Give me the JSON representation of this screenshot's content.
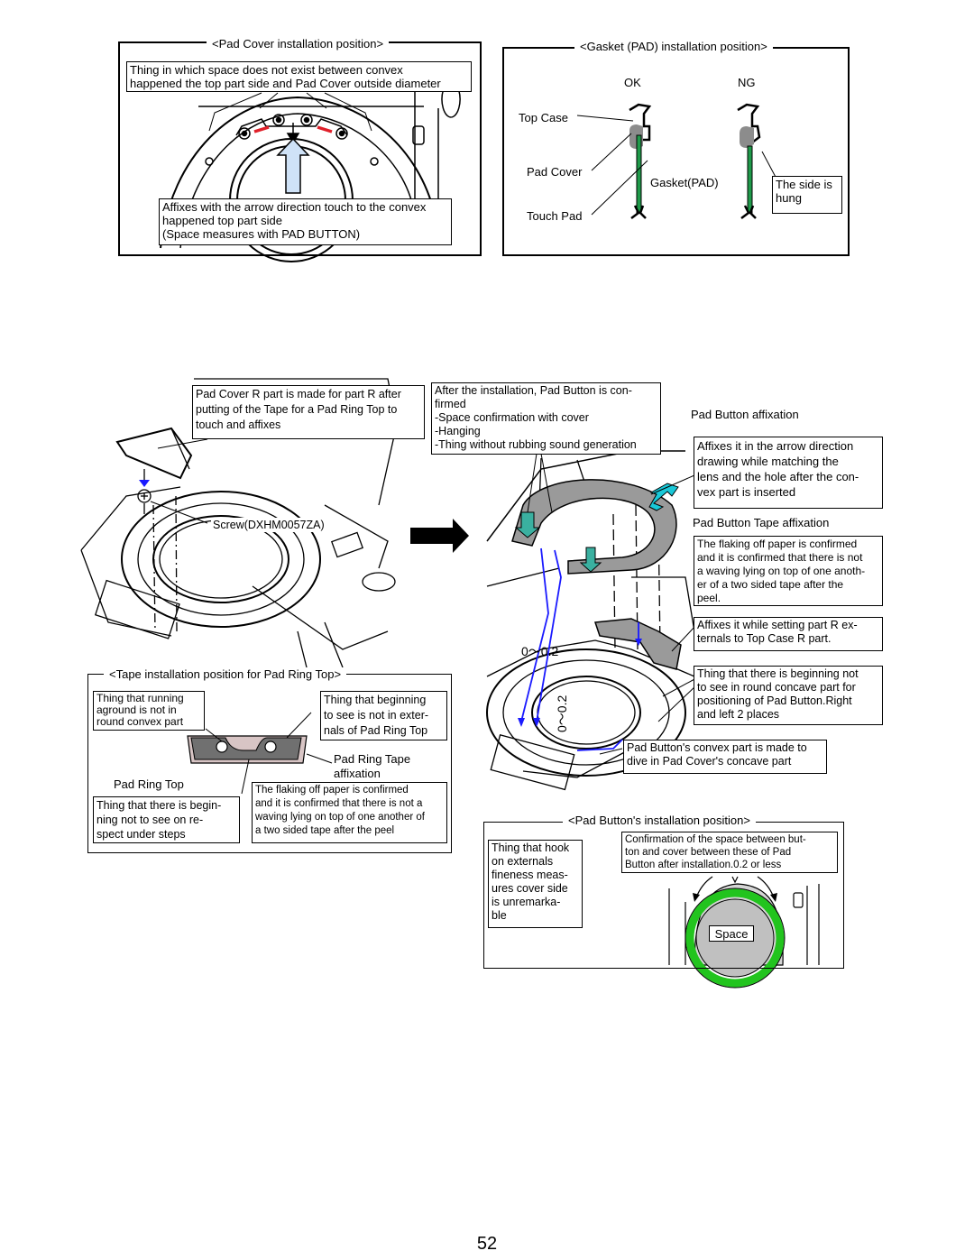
{
  "page_number": "52",
  "pad_cover_panel": {
    "title": "<Pad Cover installation position>",
    "note_top": "Thing in which space does not exist between convex\nhappened the top part side and Pad Cover outside diameter",
    "note_bottom": "Affixes with the arrow direction touch to the convex\nhappened top part side\n(Space measures with PAD BUTTON)"
  },
  "gasket_panel": {
    "title": "<Gasket (PAD) installation position>",
    "ok_label": "OK",
    "ng_label": "NG",
    "top_case_label": "Top Case",
    "pad_cover_label": "Pad Cover",
    "touch_pad_label": "Touch Pad",
    "gasket_label": "Gasket(PAD)",
    "side_hung_note": "The side is\nhung"
  },
  "left_assembly": {
    "note_pad_cover_r": "Pad Cover R part is made for part R after\nputting of the Tape for a Pad Ring Top to\ntouch and affixes",
    "screw_label": "Screw(DXHM0057ZA)"
  },
  "tape_panel": {
    "title": "<Tape installation position for Pad Ring Top>",
    "note_running": "Thing that running\naground is not in\nround convex part",
    "note_beginning": "Thing that beginning\nto see is not in exter-\nnals of Pad Ring Top",
    "pad_ring_tape_label": "Pad Ring Tape\naffixation",
    "pad_ring_top_label": "Pad Ring Top",
    "note_steps": "Thing that there is begin-\nning not to see on re-\nspect under steps",
    "note_flaking": "The flaking off paper is confirmed\nand it is confirmed that there is not a\nwaving lying on top of one another of\na two sided tape after the peel"
  },
  "right_assembly": {
    "note_after_install": "After the installation, Pad Button is con-\nfirmed\n-Space confirmation with cover\n-Hanging\n-Thing without rubbing sound generation",
    "pad_button_affixation_label": "Pad Button affixation",
    "note_arrow_direction": "Affixes it in the arrow direction\ndrawing while matching the\nlens and the hole after the con-\nvex part is inserted",
    "pad_button_tape_label": "Pad Button Tape affixation",
    "note_flaking": "The flaking off paper is confirmed\nand it is confirmed that there is not\na waving lying on top of one anoth-\ner of a two sided tape after the\npeel.",
    "note_part_r": "Affixes it while setting part R ex-\nternals to Top Case R part.",
    "note_concave": "Thing that there is beginning not\nto see in round concave part for\npositioning of Pad Button.Right\nand left 2 places",
    "note_convex": "Pad Button's convex part is made to\ndive in Pad Cover's concave part",
    "gap_label_h": "0～0.2",
    "gap_label_v": "0～0.2"
  },
  "pad_button_panel": {
    "title": "<Pad Button's installation position>",
    "note_hook": "Thing that hook\non externals\nfineness meas-\nures cover side\nis unremarka-\nble",
    "note_confirmation": "Confirmation of the space between but-\nton and cover between these of Pad\nButton after installation.0.2 or less",
    "space_label": "Space"
  },
  "colors": {
    "red_mark": "#e0202a",
    "gasket_green": "#1f9a4a",
    "ring_green": "#22c41e",
    "arrow_blue": "#1a1aff",
    "arrow_cyan": "#19c8d8",
    "light_blue": "#cfe2f7",
    "pad_gray": "#8c8c8c"
  }
}
